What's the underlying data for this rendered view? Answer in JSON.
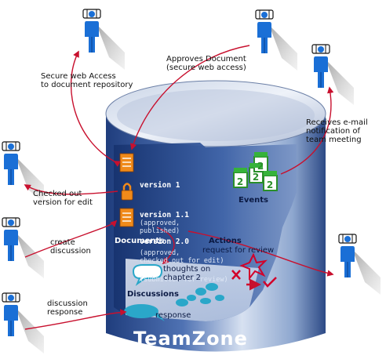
{
  "product": {
    "name": "TeamZone"
  },
  "annotations": {
    "secure_access": "Secure web Access\nto document repository",
    "approves_document": "Approves Document\n(secure web access)",
    "receives_email": "Receives e-mail\nnotification of\nteam meeting",
    "checked_out": "Checked out\nversion for edit",
    "create_discussion": "create\ndiscussion",
    "discussion_response": "discussion\nresponse"
  },
  "versions": [
    {
      "title": "version 1",
      "status": "(approved,\npublished)"
    },
    {
      "title": "version 1.1",
      "status": "(approved,\nchecked out for edit)"
    },
    {
      "title": "version 2.0",
      "status": "(submitted for review)"
    }
  ],
  "sections": {
    "documents": "Documents",
    "actions": "Actions",
    "actions_detail": "request for review",
    "events": "Events",
    "discussions": "Discussions",
    "thread_topic": "thoughts on\nchapter 2",
    "response": "response"
  },
  "calendar": {
    "day_label": "2"
  },
  "colors": {
    "cylinder_dark": "#2b4a8a",
    "cylinder_light": "#dde6f4",
    "person": "#1a6fd6",
    "arrow": "#c8102e",
    "document_icon": "#f08a1a",
    "events_icon": "#36b33a",
    "speech_bubble": "#2aa7c9"
  }
}
